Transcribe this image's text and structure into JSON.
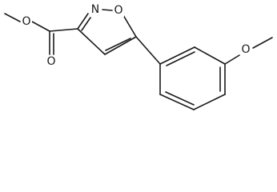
{
  "molecule": {
    "atoms": {
      "ring_nitrogen": "N",
      "ring_oxygen": "O",
      "carbonyl_oxygen": "O",
      "ester_oxygen": "O",
      "methoxy_oxygen": "O"
    }
  },
  "colors": {
    "bond": "#1a1a1a",
    "background": "#ffffff"
  }
}
